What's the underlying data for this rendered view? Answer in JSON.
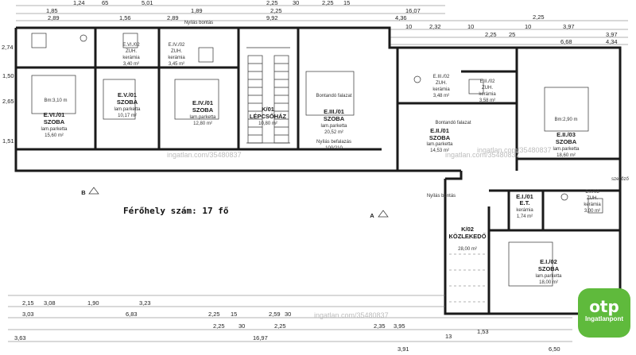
{
  "capacity_label": "Férőhely szám: 17 fő",
  "brand": {
    "name": "otp",
    "sub": "Ingatlanpont",
    "color": "#5fba3c"
  },
  "watermark": "ingatlan.com/35480837",
  "section_markers": [
    "B",
    "A"
  ],
  "rooms": [
    {
      "id": "evi01",
      "code": "E.VI./01",
      "type": "SZOBA",
      "floor": "lam.parketta",
      "area": "15,60 m²",
      "extra": "Bm:3,10 m"
    },
    {
      "id": "ev01",
      "code": "E.V./01",
      "type": "SZOBA",
      "floor": "lam.parketta",
      "area": "10,17 m²",
      "extra": ""
    },
    {
      "id": "eiv01",
      "code": "E.IV./01",
      "type": "SZOBA",
      "floor": "lam.parketta",
      "area": "12,80 m²",
      "extra": ""
    },
    {
      "id": "k01",
      "code": "K/01",
      "type": "LÉPCSŐHÁZ",
      "floor": "",
      "area": "10,80 m²",
      "extra": ""
    },
    {
      "id": "eiii01",
      "code": "E.III./01",
      "type": "SZOBA",
      "floor": "lam.parketta",
      "area": "20,52 m²",
      "extra": "Bontandó falazat"
    },
    {
      "id": "eii01",
      "code": "E.II./01",
      "type": "SZOBA",
      "floor": "lam.parketta",
      "area": "14,53 m²",
      "extra": "Bontandó falazat"
    },
    {
      "id": "eii03",
      "code": "E.II./03",
      "type": "SZOBA",
      "floor": "lam.parketta",
      "area": "18,60 m²",
      "extra": "Bm:2,90 m"
    },
    {
      "id": "ei02",
      "code": "E.I./02",
      "type": "SZOBA",
      "floor": "lam.parketta",
      "area": "18,00 m²",
      "extra": ""
    },
    {
      "id": "k02",
      "code": "K/02",
      "type": "KÖZLEKEDŐ",
      "floor": "",
      "area": "28,00 m²",
      "extra": ""
    },
    {
      "id": "ei01",
      "code": "E.I./01",
      "type": "E.T.",
      "floor": "kerámia",
      "area": "1,74 m²",
      "extra": ""
    }
  ],
  "small_rooms": [
    {
      "id": "evi02",
      "code": "E.VI./02",
      "type": "ZUH.",
      "floor": "kerámia",
      "area": "3,40 m²"
    },
    {
      "id": "eiv02",
      "code": "E.IV./02",
      "type": "ZUH.",
      "floor": "kerámia",
      "area": "3,45 m²"
    },
    {
      "id": "eiii02",
      "code": "E.III./02",
      "type": "ZUH.",
      "floor": "kerámia",
      "area": "3,48 m²"
    },
    {
      "id": "eii02",
      "code": "E.II./02",
      "type": "ZUH.",
      "floor": "kerámia",
      "area": "3,58 m²"
    },
    {
      "id": "ei03",
      "code": "E.I./03",
      "type": "ZUH.",
      "floor": "kerámia",
      "area": "3,00 m²"
    }
  ],
  "notes": {
    "nyilas_bontas": "Nyílás bontás",
    "nyilas_befalazas": "Nyílás befalazás",
    "nyilas_befalazas_size": "100/210",
    "szellozo": "szellőző"
  },
  "dims_top1": [
    "1,24",
    "65",
    "5,01",
    "2,25",
    "30",
    "2,25",
    "15"
  ],
  "dims_top2": [
    "1,85",
    "1,89",
    "2,25",
    "9,92",
    "4,36",
    "16,07"
  ],
  "dims_top3": [
    "2,89",
    "1,56",
    "2,89",
    "10",
    "2,32",
    "10",
    "2,25",
    "25",
    "3,97"
  ],
  "dims_right": [
    "3,97",
    "4,34",
    "6,68",
    "10",
    "2,25"
  ],
  "dims_bottom1": [
    "2,15",
    "3,08",
    "3,23",
    "2,25",
    "15",
    "2,59",
    "30",
    "1,53"
  ],
  "dims_bottom2": [
    "3,03",
    "6,83",
    "2,25",
    "30",
    "2,25",
    "2,35",
    "3,95",
    "13",
    "6,50"
  ],
  "dims_bottom3": [
    "3,63",
    "16,97",
    "1,90",
    "3,91"
  ],
  "dims_left": [
    "2,74",
    "1,50",
    "2,65",
    "1,51"
  ]
}
